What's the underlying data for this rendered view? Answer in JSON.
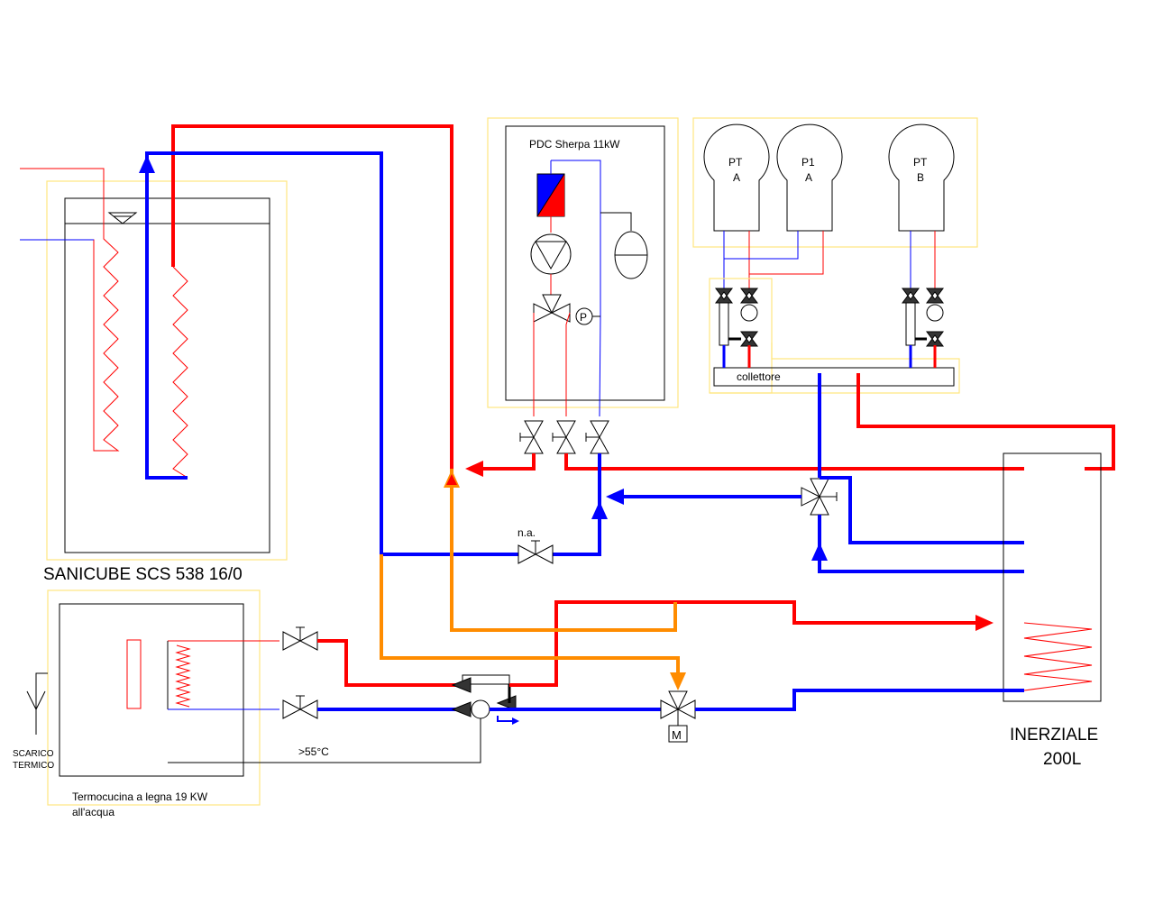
{
  "labels": {
    "sanicube": "SANICUBE SCS 538 16/0",
    "pdc": "PDC Sherpa 11kW",
    "pump1_line1": "PT",
    "pump1_line2": "A",
    "pump2_line1": "P1",
    "pump2_line2": "A",
    "pump3_line1": "PT",
    "pump3_line2": "B",
    "collettore": "collettore",
    "na": "n.a.",
    "inerziale_line1": "INERZIALE",
    "inerziale_line2": "200L",
    "scarico_line1": "SCARICO",
    "scarico_line2": "TERMICO",
    "temp": ">55°C",
    "termocucina_line1": "Termocucina a legna 19 KW",
    "termocucina_line2": "all'acqua",
    "pressure": "P",
    "motor": "M"
  },
  "colors": {
    "hot": "#ff0000",
    "cold": "#0000ff",
    "wood": "#ff8c00",
    "frame": "#ffe680",
    "outline": "#000000"
  }
}
